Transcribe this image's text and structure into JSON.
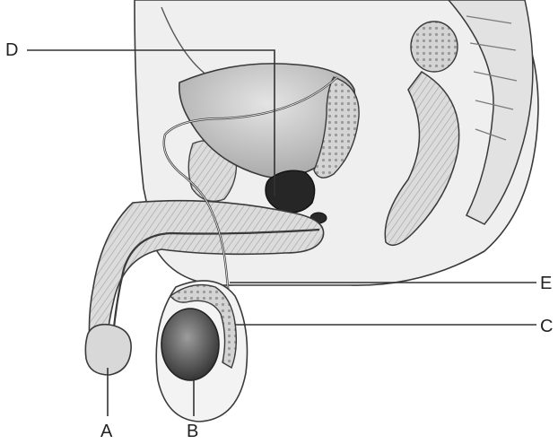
{
  "labels": {
    "a": "A",
    "b": "B",
    "c": "C",
    "d": "D",
    "e": "E"
  },
  "colors": {
    "background": "#ffffff",
    "outline": "#3a3a3a",
    "body_fill": "#ededed",
    "organ_fill": "#c9c9c9",
    "dark_fill": "#2a2a2a",
    "leader_line": "#333333"
  }
}
